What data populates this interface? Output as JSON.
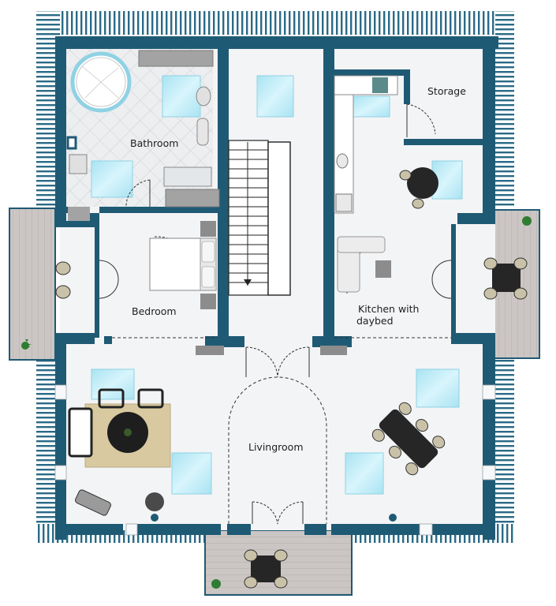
{
  "floor_plan": {
    "rooms": [
      {
        "id": "bathroom",
        "label": "Bathroom"
      },
      {
        "id": "storage",
        "label": "Storage"
      },
      {
        "id": "bedroom",
        "label": "Bedroom"
      },
      {
        "id": "kitchen",
        "label_line1": "Kitchen with",
        "label_line2": "daybed"
      },
      {
        "id": "livingroom",
        "label": "Livingroom"
      }
    ],
    "colors": {
      "wall": "#1f5a74",
      "floor": "#f3f4f6",
      "roof_stripe": "#2a6a86",
      "terrace": "#c9c4c2",
      "skylight": "#b9e9f5",
      "rug": "#d8c9a0",
      "furniture_dark": "#262626",
      "furniture_grey": "#9a9a9a",
      "plant": "#2f7d32"
    }
  }
}
